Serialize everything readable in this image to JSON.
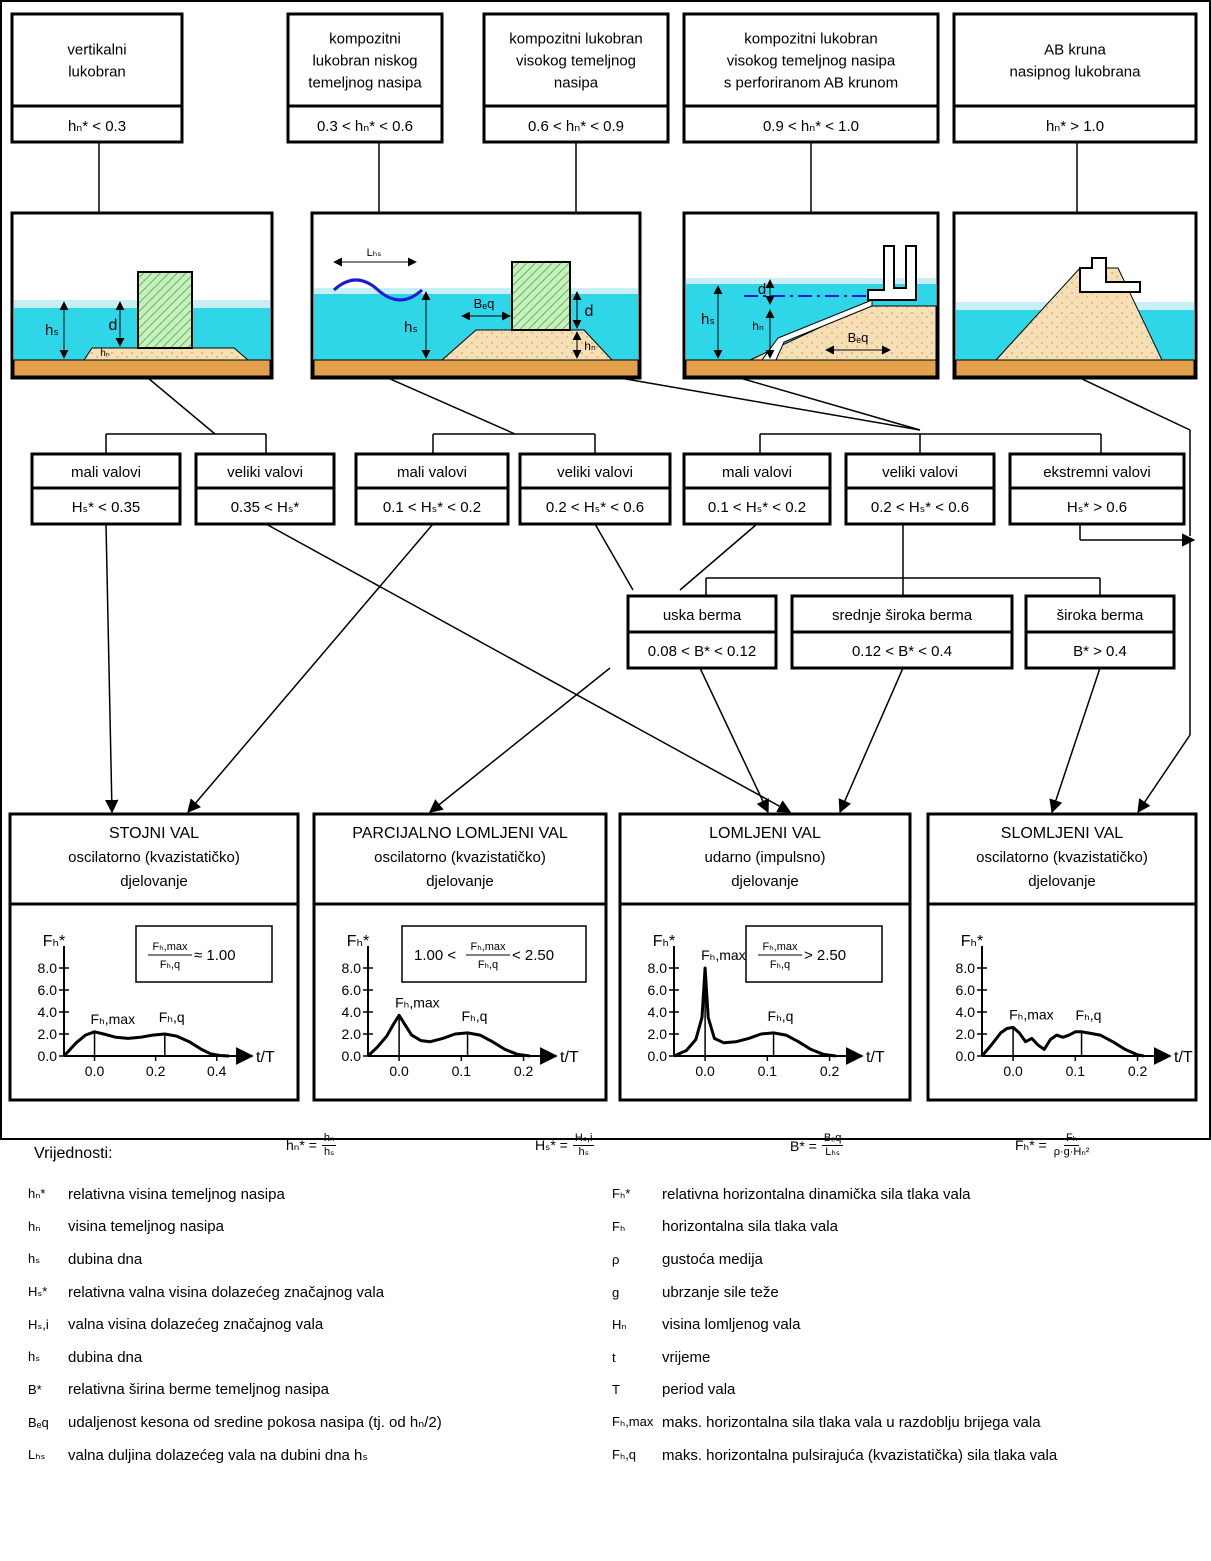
{
  "top_types": [
    {
      "title": "vertikalni\nlukobran",
      "cond": "hₙ* < 0.3"
    },
    {
      "title": "kompozitni\nlukobran niskog\ntemeljnog nasipa",
      "cond": "0.3 < hₙ* < 0.6"
    },
    {
      "title": "kompozitni lukobran\nvisokog temeljnog\nnasipa",
      "cond": "0.6 < hₙ* < 0.9"
    },
    {
      "title": "kompozitni lukobran\nvisokog temeljnog nasipa\ns perforiranom AB krunom",
      "cond": "0.9 < hₙ* < 1.0"
    },
    {
      "title": "AB kruna\nnasipnog lukobrana",
      "cond": "hₙ* > 1.0"
    }
  ],
  "sketch_labels": {
    "hs": "hₛ",
    "d": "d",
    "hb": "hₙ",
    "Lhs": "Lₕₛ",
    "Beq": "Bₑq"
  },
  "waves": [
    {
      "name": "mali valovi",
      "cond": "Hₛ* < 0.35"
    },
    {
      "name": "veliki valovi",
      "cond": "0.35 < Hₛ*"
    },
    {
      "name": "mali valovi",
      "cond": "0.1 < Hₛ* < 0.2"
    },
    {
      "name": "veliki valovi",
      "cond": "0.2 < Hₛ* < 0.6"
    },
    {
      "name": "mali valovi",
      "cond": "0.1 < Hₛ* < 0.2"
    },
    {
      "name": "veliki valovi",
      "cond": "0.2 < Hₛ* < 0.6"
    },
    {
      "name": "ekstremni valovi",
      "cond": "Hₛ* > 0.6"
    }
  ],
  "berms": [
    {
      "name": "uska berma",
      "cond": "0.08 < B* < 0.12"
    },
    {
      "name": "srednje široka berma",
      "cond": "0.12 < B* < 0.4"
    },
    {
      "name": "široka berma",
      "cond": "B* > 0.4"
    }
  ],
  "results": [
    {
      "title": "STOJNI VAL",
      "sub1": "oscilatorno (kvazistatičko)",
      "sub2": "djelovanje",
      "ratio_pre": "",
      "ratio_post": "≈ 1.00"
    },
    {
      "title": "PARCIJALNO LOMLJENI VAL",
      "sub1": "oscilatorno (kvazistatičko)",
      "sub2": "djelovanje",
      "ratio_pre": "1.00 <",
      "ratio_post": "< 2.50"
    },
    {
      "title": "LOMLJENI VAL",
      "sub1": "udarno (impulsno)",
      "sub2": "djelovanje",
      "ratio_pre": "",
      "ratio_post": "> 2.50"
    },
    {
      "title": "SLOMLJENI VAL",
      "sub1": "oscilatorno (kvazistatičko)",
      "sub2": "djelovanje",
      "ratio_pre": "",
      "ratio_post": ""
    }
  ],
  "chart_common": {
    "ylabel": "Fₕ*",
    "xlabel": "t/T",
    "yticks": [
      "0.0",
      "2.0",
      "4.0",
      "6.0",
      "8.0"
    ],
    "fmax": "Fₕ,max",
    "fq": "Fₕ,q",
    "frac_num": "Fₕ,max",
    "frac_den": "Fₕ,q"
  },
  "chart_data": [
    {
      "type": "line",
      "ylim": [
        0,
        8
      ],
      "xlim": [
        -0.1,
        0.45
      ],
      "xticks": [
        "0.0",
        "0.2",
        "0.4"
      ],
      "xtick_values": [
        0,
        0.2,
        0.4
      ],
      "x": [
        -0.1,
        -0.06,
        -0.03,
        0,
        0.03,
        0.07,
        0.11,
        0.15,
        0.19,
        0.23,
        0.27,
        0.31,
        0.35,
        0.38,
        0.41,
        0.44
      ],
      "y": [
        0,
        1.2,
        1.9,
        2.2,
        2.0,
        1.7,
        1.6,
        1.7,
        1.9,
        2.0,
        1.8,
        1.3,
        0.6,
        0.2,
        0.05,
        0
      ],
      "fmax_x": 0,
      "fmax_y": 2.2,
      "fq_x": 0.23,
      "fq_y": 2.0
    },
    {
      "type": "line",
      "ylim": [
        0,
        8
      ],
      "xlim": [
        -0.05,
        0.22
      ],
      "xticks": [
        "0.0",
        "0.1",
        "0.2"
      ],
      "xtick_values": [
        0,
        0.1,
        0.2
      ],
      "x": [
        -0.05,
        -0.035,
        -0.02,
        -0.01,
        0,
        0.01,
        0.02,
        0.035,
        0.05,
        0.07,
        0.09,
        0.11,
        0.13,
        0.15,
        0.17,
        0.19,
        0.21
      ],
      "y": [
        0,
        0.8,
        1.8,
        2.8,
        3.7,
        2.8,
        1.9,
        1.4,
        1.3,
        1.6,
        2.0,
        2.1,
        1.9,
        1.3,
        0.6,
        0.15,
        0
      ],
      "fmax_x": 0,
      "fmax_y": 3.7,
      "fq_x": 0.11,
      "fq_y": 2.1
    },
    {
      "type": "line",
      "ylim": [
        0,
        8
      ],
      "xlim": [
        -0.05,
        0.22
      ],
      "xticks": [
        "0.0",
        "0.1",
        "0.2"
      ],
      "xtick_values": [
        0,
        0.1,
        0.2
      ],
      "x": [
        -0.05,
        -0.03,
        -0.015,
        -0.005,
        0,
        0.005,
        0.015,
        0.03,
        0.05,
        0.07,
        0.09,
        0.11,
        0.13,
        0.15,
        0.17,
        0.19,
        0.21
      ],
      "y": [
        0,
        0.5,
        1.5,
        3.5,
        8.0,
        3.5,
        1.6,
        1.2,
        1.3,
        1.6,
        2.0,
        2.1,
        1.9,
        1.3,
        0.6,
        0.15,
        0
      ],
      "fmax_x": 0,
      "fmax_y": 8.0,
      "fq_x": 0.11,
      "fq_y": 2.1
    },
    {
      "type": "line",
      "ylim": [
        0,
        8
      ],
      "xlim": [
        -0.05,
        0.22
      ],
      "xticks": [
        "0.0",
        "0.1",
        "0.2"
      ],
      "xtick_values": [
        0,
        0.1,
        0.2
      ],
      "x": [
        -0.05,
        -0.035,
        -0.02,
        -0.01,
        0,
        0.01,
        0.02,
        0.03,
        0.04,
        0.05,
        0.06,
        0.07,
        0.08,
        0.09,
        0.1,
        0.11,
        0.12,
        0.14,
        0.16,
        0.18,
        0.2,
        0.21
      ],
      "y": [
        0,
        1.0,
        2.1,
        2.5,
        2.6,
        2.1,
        1.3,
        1.6,
        1.0,
        0.6,
        1.5,
        1.9,
        1.7,
        1.9,
        2.2,
        2.2,
        2.1,
        1.9,
        1.3,
        0.6,
        0.1,
        0
      ],
      "fmax_x": 0,
      "fmax_y": 2.6,
      "fq_x": 0.11,
      "fq_y": 2.2
    }
  ],
  "legend": {
    "title": "Vrijednosti:",
    "formulas": [
      {
        "lhs": "hₙ* =",
        "num": "hₙ",
        "den": "hₛ"
      },
      {
        "lhs": "Hₛ* =",
        "num": "Hₛ,i",
        "den": "hₛ"
      },
      {
        "lhs": "B* =",
        "num": "Bₑq",
        "den": "Lₕₛ"
      },
      {
        "lhs": "Fₕ* =",
        "num": "Fₕ",
        "den": "ρ·g·Hₙ²"
      }
    ],
    "left": [
      {
        "sym": "hₙ*",
        "desc": "relativna visina temeljnog nasipa"
      },
      {
        "sym": "hₙ",
        "desc": "visina temeljnog nasipa"
      },
      {
        "sym": "hₛ",
        "desc": "dubina dna"
      },
      {
        "sym": "Hₛ*",
        "desc": "relativna valna visina dolazećeg značajnog vala"
      },
      {
        "sym": "Hₛ,i",
        "desc": "valna visina dolazećeg značajnog vala"
      },
      {
        "sym": "hₛ",
        "desc": "dubina dna"
      },
      {
        "sym": "B*",
        "desc": "relativna širina berme temeljnog nasipa"
      },
      {
        "sym": "Bₑq",
        "desc": "udaljenost kesona od sredine pokosa nasipa (tj. od hₙ/2)"
      },
      {
        "sym": "Lₕₛ",
        "desc": "valna duljina dolazećeg vala na dubini dna hₛ"
      }
    ],
    "right": [
      {
        "sym": "Fₕ*",
        "desc": "relativna horizontalna dinamička sila tlaka vala"
      },
      {
        "sym": "Fₕ",
        "desc": "horizontalna sila tlaka vala"
      },
      {
        "sym": "ρ",
        "desc": "gustoća medija"
      },
      {
        "sym": "g",
        "desc": "ubrzanje sile teže"
      },
      {
        "sym": "Hₙ",
        "desc": "visina lomljenog vala"
      },
      {
        "sym": "t",
        "desc": "vrijeme"
      },
      {
        "sym": "T",
        "desc": "period vala"
      },
      {
        "sym": "Fₕ,max",
        "desc": "maks. horizontalna sila tlaka vala u razdoblju brijega vala"
      },
      {
        "sym": "Fₕ,q",
        "desc": "maks. horizontalna pulsirajuća (kvazistatička) sila tlaka vala"
      }
    ]
  },
  "colors": {
    "water": "#2fd6e8",
    "water_light": "#c6f0f5",
    "seabed": "#e4a14b",
    "fill": "#f5deb3",
    "caisson": "#7cc876",
    "wave": "#1a1ad8"
  }
}
